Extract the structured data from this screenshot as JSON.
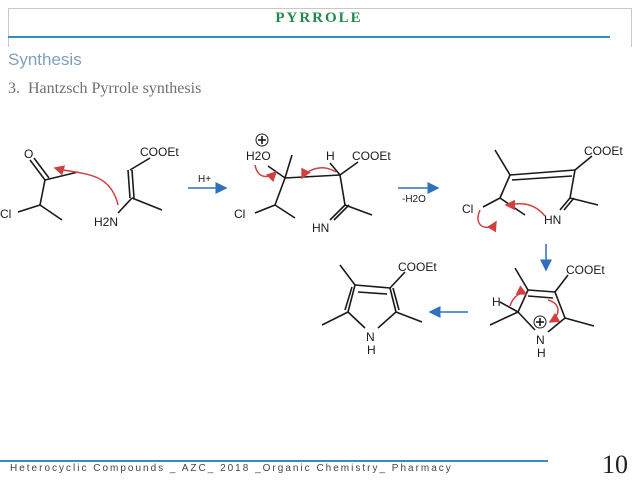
{
  "slide": {
    "title": "PYRROLE",
    "section": "Synthesis",
    "subitem": "3.  Hantzsch Pyrrole synthesis",
    "footer": "Heterocyclic Compounds _ AZC_ 2018 _Organic Chemistry_ Pharmacy",
    "page_number": "10"
  },
  "diagram": {
    "reactant1_labels": [
      "O",
      "Cl"
    ],
    "reactant2_labels": [
      "COOEt",
      "H2N"
    ],
    "reagent1": "H+",
    "intermediate1_labels": [
      "H2O",
      "H",
      "COOEt",
      "Cl",
      "HN"
    ],
    "reagent2": "-H2O",
    "intermediate2_labels": [
      "COOEt",
      "Cl",
      "HN"
    ],
    "intermediate3_labels": [
      "COOEt",
      "H",
      "N",
      "H"
    ],
    "product_labels": [
      "COOEt",
      "N",
      "H"
    ],
    "colors": {
      "curly_arrows": "#d04040",
      "reaction_arrows": "#2f6fbf"
    }
  }
}
